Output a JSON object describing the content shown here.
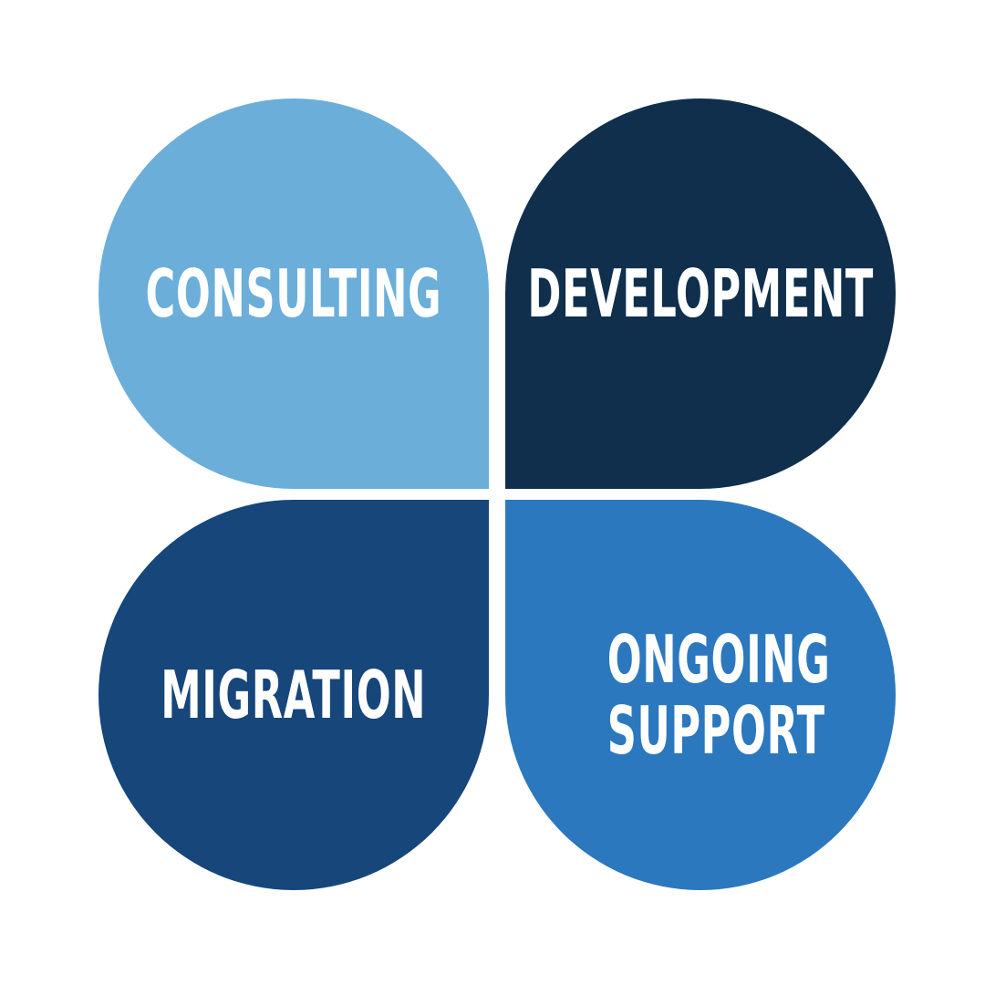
{
  "colors": {
    "background": "#ffffff",
    "consulting": "#6BAED9",
    "development": "#0F2F4C",
    "migration": "#16467A",
    "ongoing_support": "#2B78BE",
    "text": "#ffffff"
  },
  "quadrants": {
    "consulting": {
      "label": "CONSULTING"
    },
    "development": {
      "label": "DEVELOPMENT"
    },
    "migration": {
      "label": "MIGRATION"
    },
    "ongoing_support": {
      "label_line1": "ONGOING",
      "label_line2": "SUPPORT"
    }
  }
}
